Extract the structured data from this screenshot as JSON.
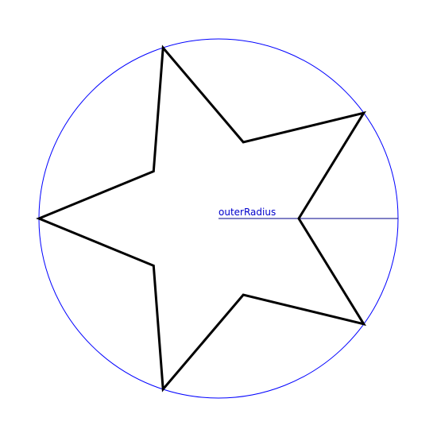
{
  "diagram": {
    "radius_label": "outerRadius",
    "colors": {
      "circle": "#0000ff",
      "radius_line": "#00008b",
      "label": "#0000cc",
      "star_outline": "#000000",
      "background": "#ffffff"
    },
    "star": {
      "points": 5,
      "inner_to_outer_ratio": 0.447,
      "first_point_direction": "left"
    }
  }
}
